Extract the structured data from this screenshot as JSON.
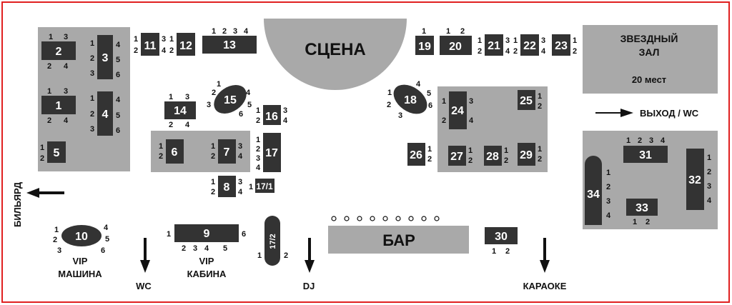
{
  "colors": {
    "border": "#e02020",
    "zone": "#a9a9a9",
    "table": "#333333",
    "table_text": "#ffffff",
    "label": "#111111"
  },
  "labels": {
    "stage": "СЦЕНА",
    "star_hall": "ЗВЕЗДНЫЙ",
    "star_hall_2": "ЗАЛ",
    "star_hall_seats": "20 мест",
    "exit": "ВЫХОД / WC",
    "billiard": "БИЛЬЯРД",
    "bar": "БАР",
    "vip1": "VIP",
    "vip1_2": "МАШИНА",
    "vip2": "VIP",
    "vip2_2": "КАБИНА",
    "wc": "WC",
    "dj": "DJ",
    "karaoke": "КАРАОКЕ"
  },
  "tables": {
    "t1": "1",
    "t2": "2",
    "t3": "3",
    "t4": "4",
    "t5": "5",
    "t6": "6",
    "t7": "7",
    "t8": "8",
    "t9": "9",
    "t10": "10",
    "t11": "11",
    "t12": "12",
    "t13": "13",
    "t14": "14",
    "t15": "15",
    "t16": "16",
    "t17": "17",
    "t17_1": "17/1",
    "t17_2": "17/2",
    "t18": "18",
    "t19": "19",
    "t20": "20",
    "t21": "21",
    "t22": "22",
    "t23": "23",
    "t24": "24",
    "t25": "25",
    "t26": "26",
    "t27": "27",
    "t28": "28",
    "t29": "29",
    "t30": "30",
    "t31": "31",
    "t32": "32",
    "t33": "33",
    "t34": "34"
  },
  "seats": {
    "s1": "1",
    "s2": "2",
    "s3": "3",
    "s4": "4",
    "s5": "5",
    "s6": "6"
  }
}
